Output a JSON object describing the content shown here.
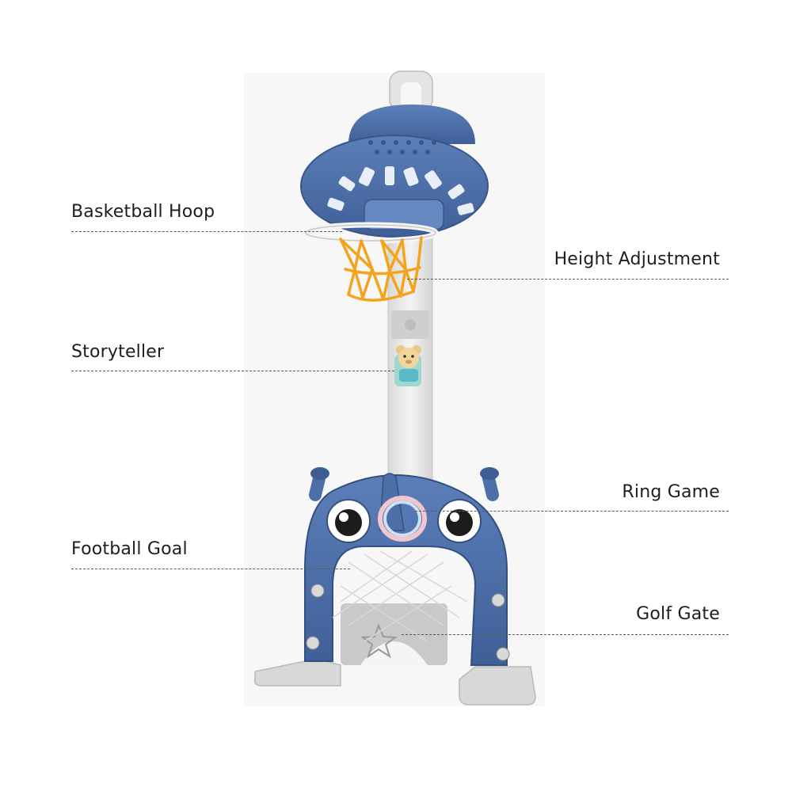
{
  "callouts": {
    "basketball_hoop": "Basketball Hoop",
    "height_adjustment": "Height Adjustment",
    "storyteller": "Storyteller",
    "ring_game": "Ring Game",
    "football_goal": "Football Goal",
    "golf_gate": "Golf Gate"
  },
  "colors": {
    "body_blue": "#4d6fa8",
    "pole_gray": "#e6e6e6",
    "net_orange": "#f4a31c",
    "label_text": "#1e1e1e"
  }
}
